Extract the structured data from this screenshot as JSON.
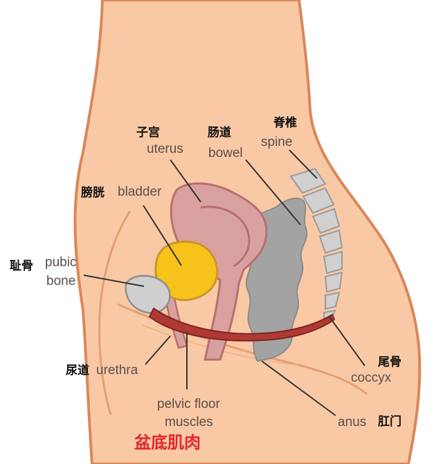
{
  "colors": {
    "skin": "#f9c9a6",
    "skin_outline": "#d9885a",
    "organ_pink": "#d9a0a0",
    "bladder_yellow": "#f7c21a",
    "bone_gray": "#c7c7c7",
    "muscle_red": "#b03a33",
    "bowel_gray": "#9b9b9b",
    "title_red": "#e3262a"
  },
  "labels": {
    "uterus": {
      "zh": "子宫",
      "en": "uterus"
    },
    "bowel": {
      "zh": "肠道",
      "en": "bowel"
    },
    "spine": {
      "zh": "脊椎",
      "en": "spine"
    },
    "bladder": {
      "zh": "膀胱",
      "en": "bladder"
    },
    "pubic_bone": {
      "zh": "耻骨",
      "en_line1": "pubic",
      "en_line2": "bone"
    },
    "urethra": {
      "zh": "尿道",
      "en": "urethra"
    },
    "coccyx": {
      "zh": "尾骨",
      "en": "coccyx"
    },
    "pelvic_floor": {
      "en_line1": "pelvic floor",
      "en_line2": "muscles"
    },
    "anus": {
      "zh": "肛门",
      "en": "anus"
    }
  },
  "title": "盆底肌肉"
}
